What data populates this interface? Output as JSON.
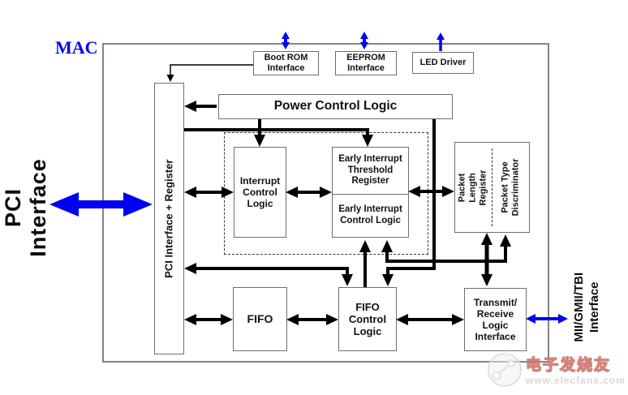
{
  "labels": {
    "mac": "MAC",
    "pci_interface": "PCI Interface",
    "mii_interface": "MII/GMII/TBI\nInterface"
  },
  "blocks": {
    "boot_rom": {
      "label": "Boot ROM\nInterface"
    },
    "eeprom": {
      "label": "EEPROM\nInterface"
    },
    "led_driver": {
      "label": "LED Driver"
    },
    "power_control": {
      "label": "Power Control Logic"
    },
    "pci_register": {
      "label": "PCI  Interface + Register"
    },
    "interrupt_control": {
      "label": "Interrupt\nControl\nLogic"
    },
    "early_interrupt_threshold": {
      "label": "Early Interrupt\nThreshold\nRegister"
    },
    "early_interrupt_control": {
      "label": "Early Interrupt\nControl Logic"
    },
    "packet_length": {
      "label": "Packet Length\nRegister"
    },
    "packet_type": {
      "label": "Packet Type\nDiscriminator"
    },
    "fifo": {
      "label": "FIFO"
    },
    "fifo_control": {
      "label": "FIFO\nControl\nLogic"
    },
    "transmit_receive": {
      "label": "Transmit/\nReceive\nLogic\nInterface"
    }
  },
  "watermark": {
    "logo": "elecfans-plug-icon",
    "text": "电子发烧友",
    "url": "www.elecfans.com"
  },
  "colors": {
    "accent_blue": "#0000f2",
    "line_black": "#000000",
    "border_gray": "#848484",
    "watermark_red": "#cf7a72"
  }
}
